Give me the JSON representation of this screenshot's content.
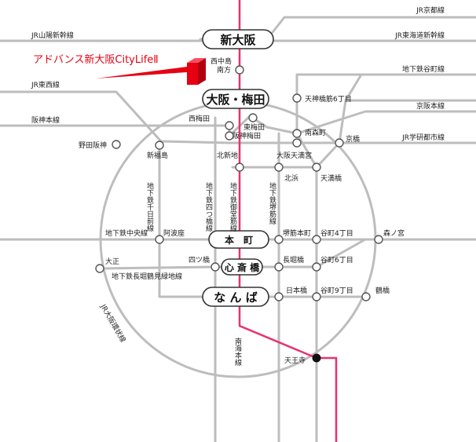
{
  "property": {
    "name": "アドバンス新大阪CityLifeⅡ",
    "color": "#e60012"
  },
  "hubs": {
    "shin_osaka": "新大阪",
    "osaka_umeda": "大阪・梅田",
    "honmachi": "本　町",
    "shinsaibashi": "心 斎 橋",
    "namba": "な ん ば"
  },
  "lines": {
    "jr_kyoto": "JR京都線",
    "jr_sanyo_shinkansen": "JR山陽新幹線",
    "jr_tokaido_shinkansen": "JR東海道新幹線",
    "tanimachi": "地下鉄谷町線",
    "jr_tozai": "JR東西線",
    "keihan": "京阪本線",
    "hanshin": "阪神本線",
    "jr_gakkentoshi": "JR学研都市線",
    "sennichimae": "地下鉄千日前線",
    "yotsubashi": "地下鉄四つ橋線",
    "midosuji": "地下鉄御堂筋線",
    "sakaisuji": "地下鉄堺筋線",
    "chuo": "地下鉄中央線",
    "nagahori": "地下鉄長堀鶴見緑地線",
    "loop": "JR大阪環状線",
    "nankai": "南海本線"
  },
  "stations": {
    "nishinakajima": "西中島\n南方",
    "tenjimbashi": "天神橋筋6丁目",
    "nishiumeda": "西梅田",
    "higashiumeda": "東梅田",
    "minamimorimachi": "南森町",
    "hanshin_umeda": "阪神梅田",
    "nodahanshin": "野田阪神",
    "shinfukushima": "新福島",
    "kitashinchi": "北新地",
    "osakatemmangu": "大阪天満宮",
    "kyobashi": "京橋",
    "kitahama": "北浜",
    "temmabashi": "天満橋",
    "awaza": "阿波座",
    "sakaisujihommachi": "堺筋本町",
    "tanimachi4": "谷町4丁目",
    "morinomiya": "森ノ宮",
    "taisho": "大正",
    "yotsubashi_st": "四ツ橋",
    "nagahoribashi": "長堀橋",
    "tanimachi6": "谷町6丁目",
    "nipponbashi": "日本橋",
    "tanimachi9": "谷町9丁目",
    "tsuruhashi": "鶴橋",
    "tennoji": "天王寺"
  }
}
